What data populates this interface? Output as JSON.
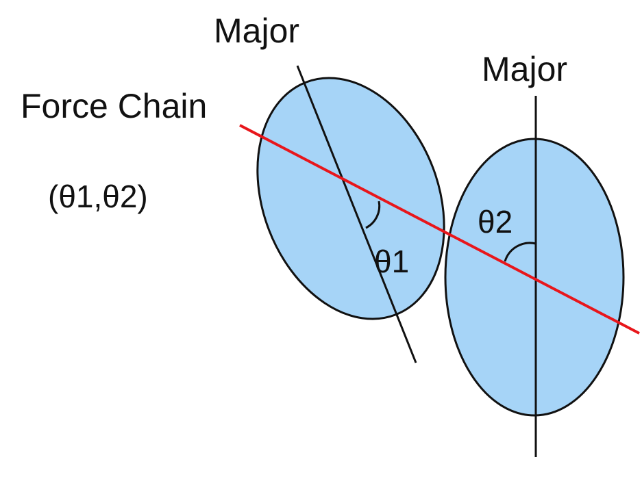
{
  "labels": {
    "major_left": "Major",
    "major_right": "Major",
    "force_chain": "Force Chain",
    "angle_pair": "(θ1,θ2)",
    "theta1": "θ1",
    "theta2": "θ2"
  },
  "colors": {
    "ellipse_fill": "#a6d4f7",
    "outline": "#111111",
    "force_chain": "#e8161b"
  }
}
